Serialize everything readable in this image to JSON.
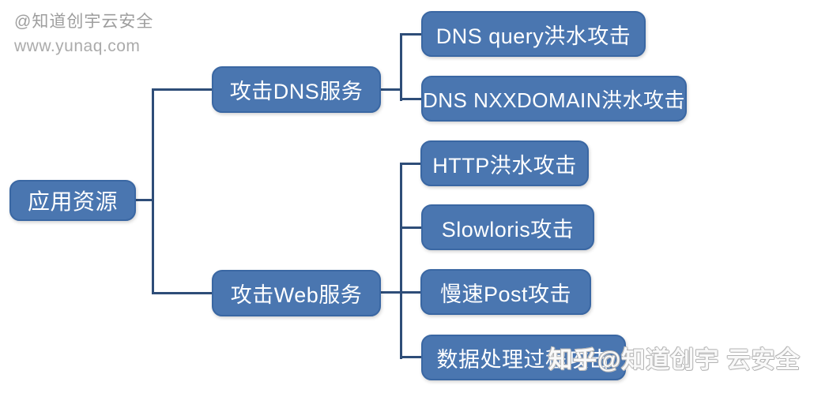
{
  "watermarks": {
    "top": {
      "line1": "@知道创宇云安全",
      "line2": "www.yunaq.com"
    },
    "bottom": {
      "text": "知乎@知道创宇 云安全"
    }
  },
  "diagram": {
    "type": "tree",
    "root": {
      "label": "应用资源"
    },
    "branches": [
      {
        "label": "攻击DNS服务",
        "children": [
          {
            "label": "DNS query洪水攻击"
          },
          {
            "label": "DNS NXXDOMAIN洪水攻击"
          }
        ]
      },
      {
        "label": "攻击Web服务",
        "children": [
          {
            "label": "HTTP洪水攻击"
          },
          {
            "label": "Slowloris攻击"
          },
          {
            "label": "慢速Post攻击"
          },
          {
            "label": "数据处理过程攻击"
          }
        ]
      }
    ]
  },
  "colors": {
    "node_fill": "#4a76b0",
    "node_border": "#3a67a3",
    "node_text": "#ffffff",
    "connector": "#2e4d78",
    "watermark_gray": "#9e9e9e"
  }
}
